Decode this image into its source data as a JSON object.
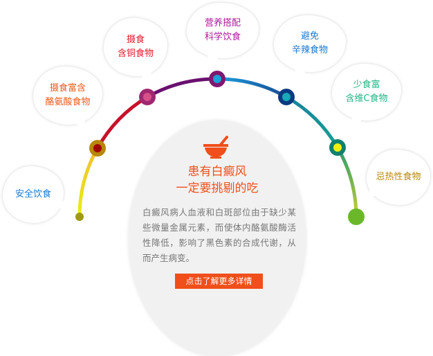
{
  "bubbles": [
    {
      "lines": [
        "安全饮食"
      ],
      "color": "#1a78d0"
    },
    {
      "lines": [
        "摄食富含",
        "酪氨酸食物"
      ],
      "color": "#f05a1a"
    },
    {
      "lines": [
        "摄食",
        "含铜食物"
      ],
      "color": "#e8162a"
    },
    {
      "lines": [
        "营养搭配",
        "科学饮食"
      ],
      "color": "#b0179a"
    },
    {
      "lines": [
        "避免",
        "辛辣食物"
      ],
      "color": "#1a78d0"
    },
    {
      "lines": [
        "少食富",
        "含维C食物"
      ],
      "color": "#21b585"
    },
    {
      "lines": [
        "忌热性食物"
      ],
      "color": "#b8860b"
    }
  ],
  "center": {
    "icon": "mortar-bowl-icon",
    "title_line1": "患有白癜风",
    "title_line2": "一定要挑剔的吃",
    "description": "白癜风病人血液和白斑部位由于缺少某些微量金属元素，而使体内酪氨酸酶活性降低，影响了黑色素的合成代谢，从而产生病变。",
    "button_label": "点击了解更多详情"
  },
  "colors": {
    "accent": "#f04e1a"
  }
}
